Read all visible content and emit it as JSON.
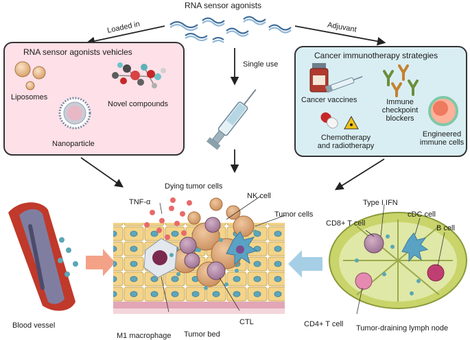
{
  "top": {
    "title": "RNA sensor agonists"
  },
  "arrows": {
    "loaded_in": "Loaded in",
    "adjuvant": "Adjuvant",
    "single_use": "Single use"
  },
  "vehicles": {
    "title": "RNA sensor agonists vehicles",
    "liposomes": "Liposomes",
    "novel_compounds": "Novel compounds",
    "nanoparticle": "Nanoparticle",
    "bg_color": "#fde0e8"
  },
  "strategies": {
    "title": "Cancer immunotherapy strategies",
    "cancer_vaccines": "Cancer vaccines",
    "immune_checkpoint_blockers": [
      "Immune",
      "checkpoint",
      "blockers"
    ],
    "chemo_radio": [
      "Chemotherapy",
      "and radiotherapy"
    ],
    "engineered_cells": [
      "Engineered",
      "immune cells"
    ],
    "bg_color": "#d9eef3"
  },
  "tumor": {
    "dying_tumor_cells": "Dying tumor cells",
    "nk_cell": "NK cell",
    "tnf": "TNF-α",
    "tumor_cells": "Tumor cells",
    "m1_macrophage": "M1 macrophage",
    "tumor_bed": "Tumor bed",
    "ctl": "CTL"
  },
  "lymph": {
    "type_i_ifn": "Type I IFN",
    "cd8": "CD8+ T cell",
    "cdc": "cDC cell",
    "b_cell": "B cell",
    "cd4": "CD4+ T cell",
    "node": "Tumor-draining lymph node"
  },
  "blood": {
    "vessel": "Blood vessel"
  }
}
